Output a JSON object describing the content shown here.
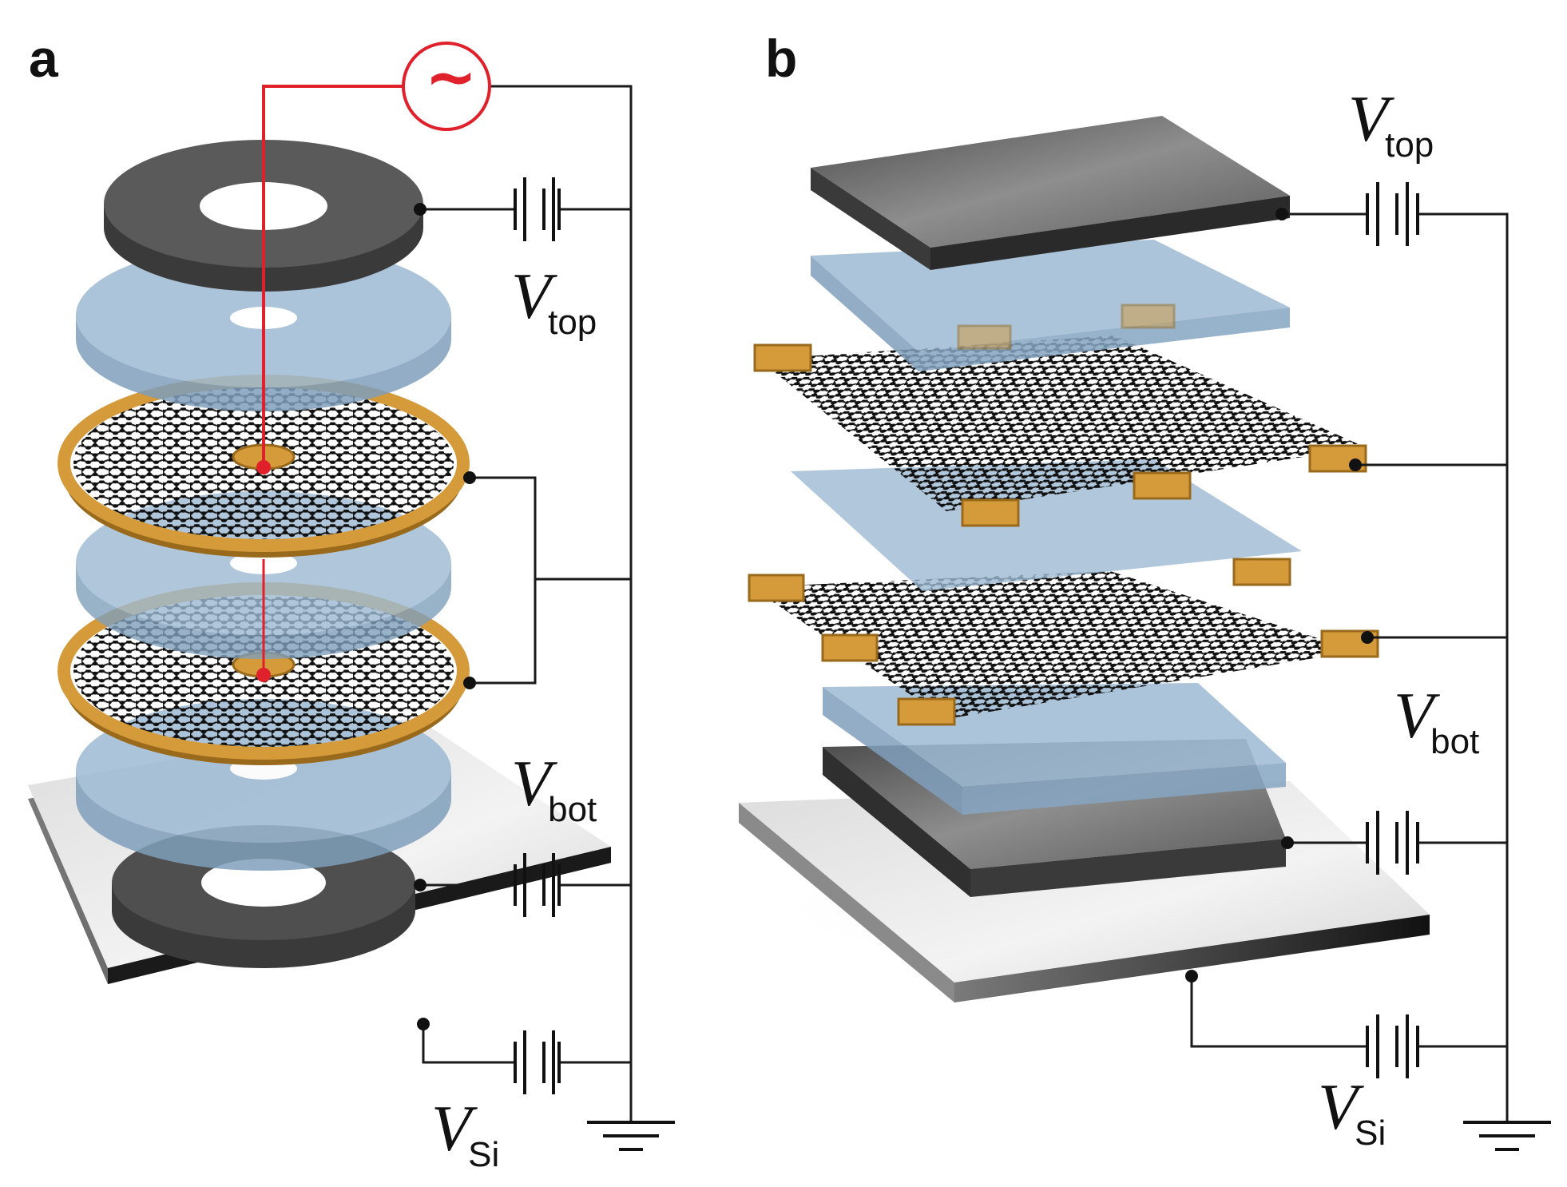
{
  "panels": {
    "a": {
      "label": "a"
    },
    "b": {
      "label": "b"
    }
  },
  "voltage_labels": {
    "v_symbol": "V",
    "top_sub": "top",
    "bot_sub": "bot",
    "si_sub": "Si"
  },
  "source_symbol": "~",
  "colors": {
    "gate_dark": "#5a5a5a",
    "dielectric_blue": "#9dbad3",
    "gold_contact": "#d59a3a",
    "substrate": "#e6e6e6",
    "wire": "#1a1a1a",
    "ac_source": "#e0202a"
  }
}
